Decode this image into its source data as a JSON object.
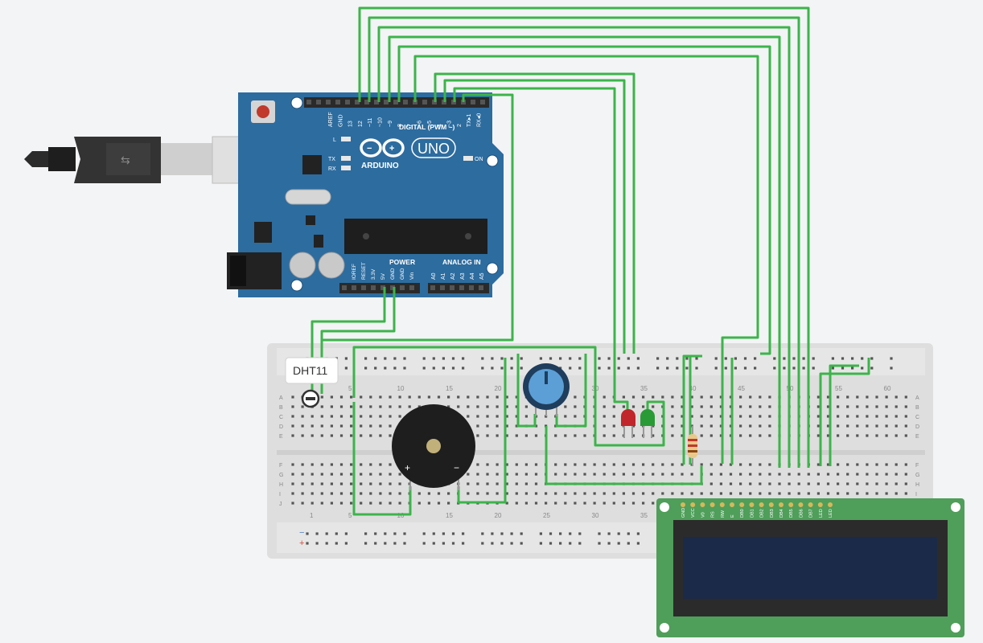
{
  "arduino": {
    "logo_text": "ARDUINO",
    "model": "UNO",
    "digital_label": "DIGITAL (PWM ~)",
    "power_label": "POWER",
    "analog_label": "ANALOG IN",
    "on_label": "ON",
    "led_l": "L",
    "led_tx": "TX",
    "led_rx": "RX",
    "digital_pins": [
      "AREF",
      "GND",
      "13",
      "12",
      "~11",
      "~10",
      "~9",
      "8",
      "7",
      "~6",
      "~5",
      "4",
      "~3",
      "2",
      "TX▸1",
      "RX◂0"
    ],
    "power_pins": [
      "IOREF",
      "RESET",
      "3.3V",
      "5V",
      "GND",
      "GND",
      "Vin"
    ],
    "analog_pins": [
      "A0",
      "A1",
      "A2",
      "A3",
      "A4",
      "A5"
    ]
  },
  "breadboard": {
    "col_numbers": [
      "5",
      "10",
      "15",
      "20",
      "25",
      "30",
      "35",
      "40",
      "45",
      "50",
      "55",
      "60"
    ],
    "col_numbers_bottom": [
      "1",
      "5",
      "10",
      "15",
      "20",
      "25",
      "30",
      "35"
    ],
    "rows_top": [
      "A",
      "B",
      "C",
      "D",
      "E"
    ],
    "rows_bottom": [
      "F",
      "G",
      "H",
      "I",
      "J"
    ]
  },
  "dht11": {
    "label": "DHT11"
  },
  "buzzer": {
    "plus": "+",
    "minus": "−"
  },
  "lcd": {
    "pins": [
      "GND",
      "VCC",
      "V0",
      "RS",
      "RW",
      "E",
      "DB0",
      "DB1",
      "DB2",
      "DB3",
      "DB4",
      "DB5",
      "DB6",
      "DB7",
      "LED",
      "LED"
    ]
  },
  "colors": {
    "wire": "#3cb44a",
    "board": "#2d6c9f",
    "breadboard": "#dcdcdc",
    "lcd_pcb": "#4f9e5a",
    "lcd_screen": "#1b2a48"
  }
}
